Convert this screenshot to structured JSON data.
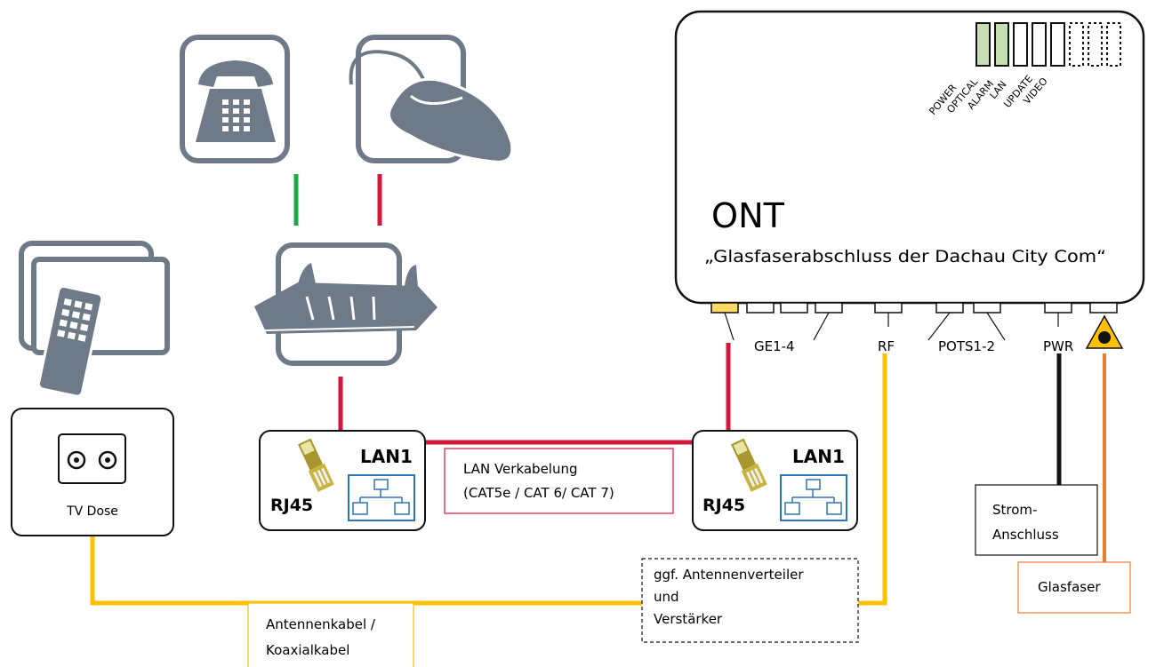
{
  "ont": {
    "title": "ONT",
    "subtitle": "„Glasfaserabschluss der Dachau City Com“",
    "leds": [
      "POWER",
      "OPTICAL",
      "ALARM",
      "LAN",
      "UPDATE",
      "VIDEO"
    ],
    "ports": {
      "ge": "GE1-4",
      "rf": "RF",
      "pots": "POTS1-2",
      "pwr": "PWR"
    }
  },
  "tv_socket": {
    "label": "TV Dose"
  },
  "lan_socket_left": {
    "lan": "LAN1",
    "rj": "RJ45"
  },
  "lan_socket_right": {
    "lan": "LAN1",
    "rj": "RJ45"
  },
  "lan_cabling": {
    "line1": "LAN Verkabelung",
    "line2": "(CAT5e / CAT 6/ CAT 7)"
  },
  "power": {
    "text": "Strom-\nAnschluss"
  },
  "fiber": {
    "text": "Glasfaser"
  },
  "splitter": {
    "line1": "ggf. Antennenverteiler",
    "line2": "und",
    "line3": "Verstärker"
  },
  "coax": {
    "text": "Antennenkabel /\nKoaxialkabel"
  },
  "colors": {
    "icon_gray": "#6e7a87",
    "red": "#d6163c",
    "green": "#1fa84a",
    "yellow": "#ffc000",
    "orange": "#ed7d31",
    "led_green": "#c6e0b4",
    "lan_blue": "#2e75b6"
  },
  "icons": [
    "telephone-icon",
    "mouse-icon",
    "tv-remote-icon",
    "router-icon",
    "rj45-plug-icon",
    "network-icon",
    "coax-socket-icon",
    "fiber-laser-icon"
  ]
}
